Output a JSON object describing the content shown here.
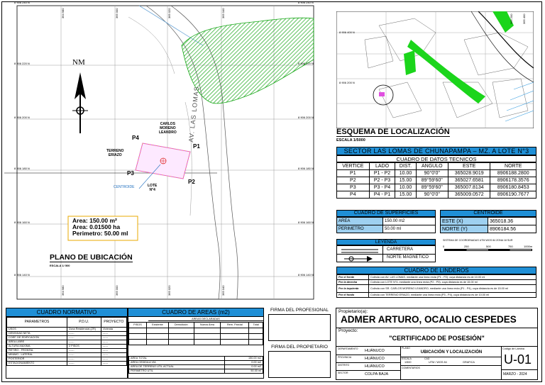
{
  "main_plan": {
    "left_coords": [
      "8 906 240 N",
      "8 906 220 N",
      "8 906 200 N",
      "8 906 180 N",
      "8 906 160 N",
      "8 906 140 N"
    ],
    "right_coords": [
      "8 906 240 N",
      "8 906 220 N",
      "8 906 200 N",
      "8 906 180 N",
      "8 906 160 N",
      "8 906 140 N"
    ],
    "top_coords": [
      "364 980",
      "365 000",
      "365 020",
      "365 040"
    ],
    "bottom_coords": [
      "364 980",
      "365 000",
      "365 020",
      "365 040"
    ],
    "north_label": "NM",
    "street": "AV. LAS LOMAS",
    "owner_neighbor": "CARLOS\nMORENO\nLEANDRO",
    "land_neighbor": "TERRENO\nERIAZO",
    "lote_label": "LOTE\nN°4",
    "centroid_label": "CENTROIDE",
    "vertex_labels": [
      "P1",
      "P2",
      "P3",
      "P4"
    ],
    "area_box": [
      "Area: 150.00 m²",
      "Area: 0.01500 ha",
      "Perimetro: 50.00 ml"
    ],
    "title": "PLANO DE UBICACIÓN",
    "scale": "ESCALA 1/ 500"
  },
  "mini_map": {
    "coords": [
      "8 906 400 N",
      "8 906 200 N"
    ],
    "top_coords": [
      "365 200",
      "365 400"
    ],
    "title": "ESQUEMA DE LOCALIZACIÓN",
    "scale": "ESCALA 1/5000"
  },
  "sector_title": "SECTOR LAS LOMAS DE CHUNAPAMPA – MZ. A LOTE N°3",
  "datos_tecnicos": {
    "title": "CUADRO DE DATOS TECNICOS",
    "headers": [
      "VERTICE",
      "LADO",
      "DIST.",
      "ANGULO",
      "ESTE",
      "NORTE"
    ],
    "rows": [
      [
        "P1",
        "P1 - P2",
        "10.00",
        "90°0'0\"",
        "365028.9019",
        "8906188.2800"
      ],
      [
        "P2",
        "P2 - P3",
        "15.00",
        "89°59'60\"",
        "365027.6581",
        "8906178.3576"
      ],
      [
        "P3",
        "P3 - P4",
        "10.00",
        "89°59'60\"",
        "365007.8134",
        "8906180.8453"
      ],
      [
        "P4",
        "P4 - P1",
        "15.00",
        "90°0'0\"",
        "365009.0572",
        "8906190.7677"
      ]
    ]
  },
  "superficies": {
    "title": "CUADRO DE SUPERFICIES",
    "rows": [
      [
        "AREA",
        "150.00 m2"
      ],
      [
        "PERIMETRO",
        "50.00 ml"
      ]
    ]
  },
  "centroide": {
    "title": "CENTROIDE",
    "rows": [
      [
        "ESTE (X)",
        "365018.36"
      ],
      [
        "NORTE (Y)",
        "8906184.56"
      ]
    ]
  },
  "leyenda": {
    "title": "LEYENDA",
    "items": [
      "CARRETERA",
      "NORTE MAGNETICO"
    ]
  },
  "scalebar": {
    "title": "SISTEMA DE COORDENADAS UTM WGS 84 ZONA 18 SUR",
    "ticks": [
      "0",
      "250",
      "500",
      "750",
      "1000m"
    ]
  },
  "linderos": {
    "title": "CUADRO DE LINDEROS",
    "rows": [
      [
        "Por el frente",
        "Colinda con AV. LAS LOMAS, mediante una línea recta (P1 - P2), cuya distancia es de 10.00 ml"
      ],
      [
        "Por la derecha",
        "Colinda con LOTE N°4, mediante una línea recta (P2 - P3), cuya distancia es de 15.00 ml"
      ],
      [
        "Por la izquierda",
        "Colinda con SR. CARLOS MORENO LEANDRO, mediante una línea recta (P1 - P4), cuya distancia es de 15.00 ml"
      ],
      [
        "Por el fondo",
        "Colinda con TERRENO ERIAZO, mediante una línea recta (P3 - P4), cuya distancia es de 10.00 ml"
      ]
    ]
  },
  "normativo": {
    "title": "CUADRO NORMATIVO",
    "headers": [
      "PARAMETROS",
      "P.D.U.",
      "PROYECTO"
    ],
    "rows": [
      [
        "USOS",
        "Zona Residencial (ZR)",
        "Vivienda"
      ],
      [
        "DENSIDAD NETA",
        "------",
        "------"
      ],
      [
        "COEF. DE EDIFICACION",
        "------",
        "------"
      ],
      [
        "AREA LIBRE",
        "------",
        "------"
      ],
      [
        "ALTURA MAXIMA",
        "2 PISOS",
        "------"
      ],
      [
        "RETIRO - FRONTAL",
        "------",
        "------"
      ],
      [
        "MINIMO - LATERAL",
        "------",
        "------"
      ],
      [
        "POSTERIOR",
        "------",
        "------"
      ],
      [
        "ESTACIONAMIENTO",
        "------",
        "------"
      ]
    ]
  },
  "areas": {
    "title": "CUADRO DE AREAS (m2)",
    "subheader": "AREAS DECLARADAS",
    "headers": [
      "PISOS",
      "Existente",
      "Demolición",
      "Nueva Área",
      "Rem. Parcial",
      "Total"
    ],
    "totals": [
      [
        "AREA TOTAL",
        "150.00 m2"
      ],
      [
        "AREA CEDIDA A VÍA",
        "0.00 m2"
      ],
      [
        "AREA DE TERRENO UTIL ACTUAL",
        "0.00 m2"
      ],
      [
        "PERIMETRO UTIL",
        "50.00 ml"
      ]
    ]
  },
  "firma_profesional": "FIRMA DEL PROFESIONAL",
  "firma_propietario": "FIRMA DEL PROPIETARIO",
  "titleblock": {
    "prop_label": "Propietario(a):",
    "owner": "ADMER ARTURO, OCALIO CESPEDES",
    "project_label": "Proyecto:",
    "project": "\"CERTIFICADO DE POSESIÓN\"",
    "dept_labels": [
      "DEPARTAMENTO",
      "PROVINCIA",
      "DISTRITO",
      "SECTOR"
    ],
    "dept_values": [
      "HUÁNUCO",
      "HUÁNUCO",
      "HUÁNUCO",
      "COLPA BAJA"
    ],
    "plano_label": "PLANO",
    "plano": "UBICACIÓN Y LOCALIZACIÓN",
    "escala_label": "ESCALA",
    "escala": "1/500",
    "cad_label": "CAD",
    "datum": "UTM / WGS 84",
    "grafica": "GRAFICA",
    "lamina_label": "Código de Lámina",
    "lamina": "U-01",
    "fecha": "MARZO - 2024",
    "comentarios": "COMENTARIOS"
  }
}
